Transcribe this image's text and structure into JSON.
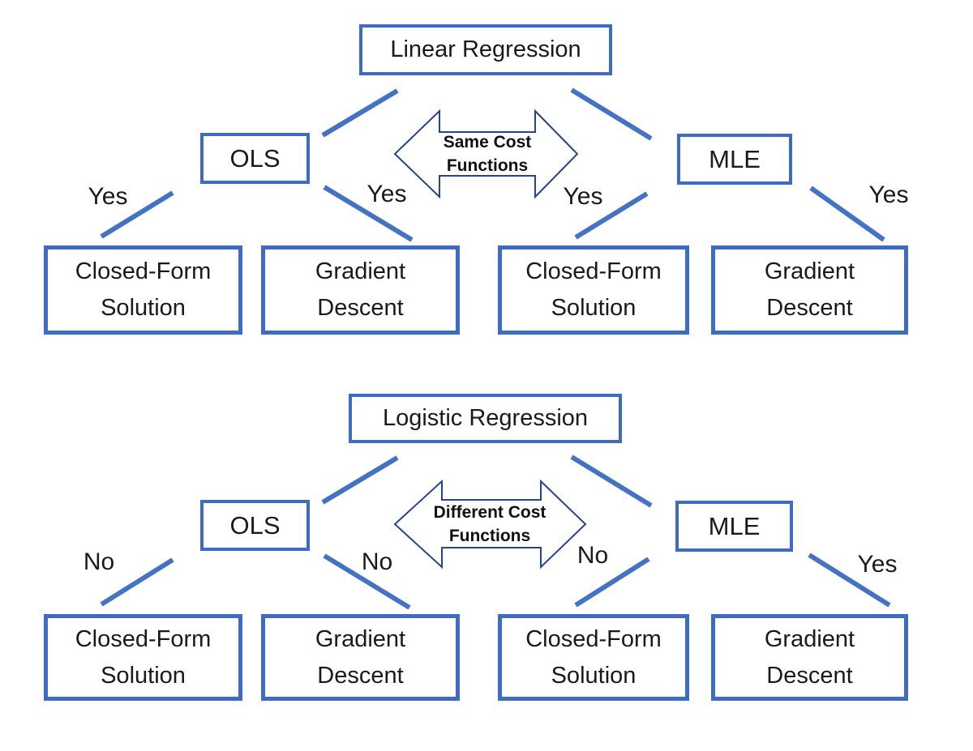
{
  "colors": {
    "connector_blue": "#4472c4",
    "box_border_blue": "#3e6bc5",
    "arrow_outline_navy": "#27448f",
    "text": "#1a1a1a",
    "background": "#ffffff"
  },
  "sections": [
    {
      "title": "Linear Regression",
      "left_method": "OLS",
      "right_method": "MLE",
      "arrow_line1": "Same Cost",
      "arrow_line2": "Functions",
      "edges": [
        "Yes",
        "Yes",
        "Yes",
        "Yes"
      ],
      "leaves": [
        {
          "line1": "Closed-Form",
          "line2": "Solution"
        },
        {
          "line1": "Gradient",
          "line2": "Descent"
        },
        {
          "line1": "Closed-Form",
          "line2": "Solution"
        },
        {
          "line1": "Gradient",
          "line2": "Descent"
        }
      ]
    },
    {
      "title": "Logistic Regression",
      "left_method": "OLS",
      "right_method": "MLE",
      "arrow_line1": "Different Cost",
      "arrow_line2": "Functions",
      "edges": [
        "No",
        "No",
        "No",
        "Yes"
      ],
      "leaves": [
        {
          "line1": "Closed-Form",
          "line2": "Solution"
        },
        {
          "line1": "Gradient",
          "line2": "Descent"
        },
        {
          "line1": "Closed-Form",
          "line2": "Solution"
        },
        {
          "line1": "Gradient",
          "line2": "Descent"
        }
      ]
    }
  ]
}
